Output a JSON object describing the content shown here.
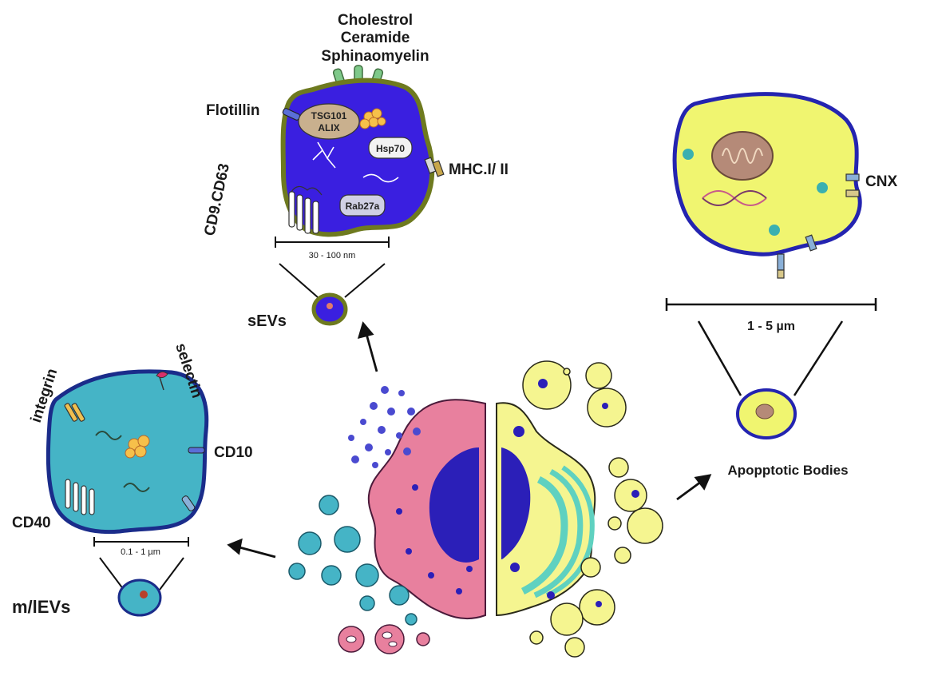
{
  "small_ev": {
    "name": "sEVs",
    "size_range": "30 - 100 nm",
    "lipids": [
      "Cholestrol",
      "Ceramide",
      "Sphinaomyelin"
    ],
    "markers": {
      "flotillin": "Flotillin",
      "tetraspanins": "CD9.CD63",
      "mhc": "MHC.I/ II",
      "tsg101": "TSG101",
      "alix": "ALIX",
      "hsp70": "Hsp70",
      "rab27a": "Rab27a"
    },
    "colors": {
      "body": "#3a1fe0",
      "outline": "#6e7a1f"
    }
  },
  "large_ev": {
    "name": "m/lEVs",
    "size_range": "0.1 - 1 µm",
    "markers": {
      "integrin": "integrin",
      "selectin": "selectin",
      "cd10": "CD10",
      "cd40": "CD40"
    },
    "colors": {
      "body": "#45b4c6",
      "outline": "#1a2c8a"
    }
  },
  "apoptotic": {
    "name": "Apopptotic Bodies",
    "size_range": "1 - 5 µm",
    "markers": {
      "cnx": "CNX"
    },
    "colors": {
      "body": "#f0f570",
      "outline": "#2424b0"
    }
  },
  "parent_cell": {
    "colors": {
      "left_half": "#e8809e",
      "right_half": "#f5f590",
      "nucleus": "#2b1fb8",
      "er": "#5fd1c0"
    }
  }
}
